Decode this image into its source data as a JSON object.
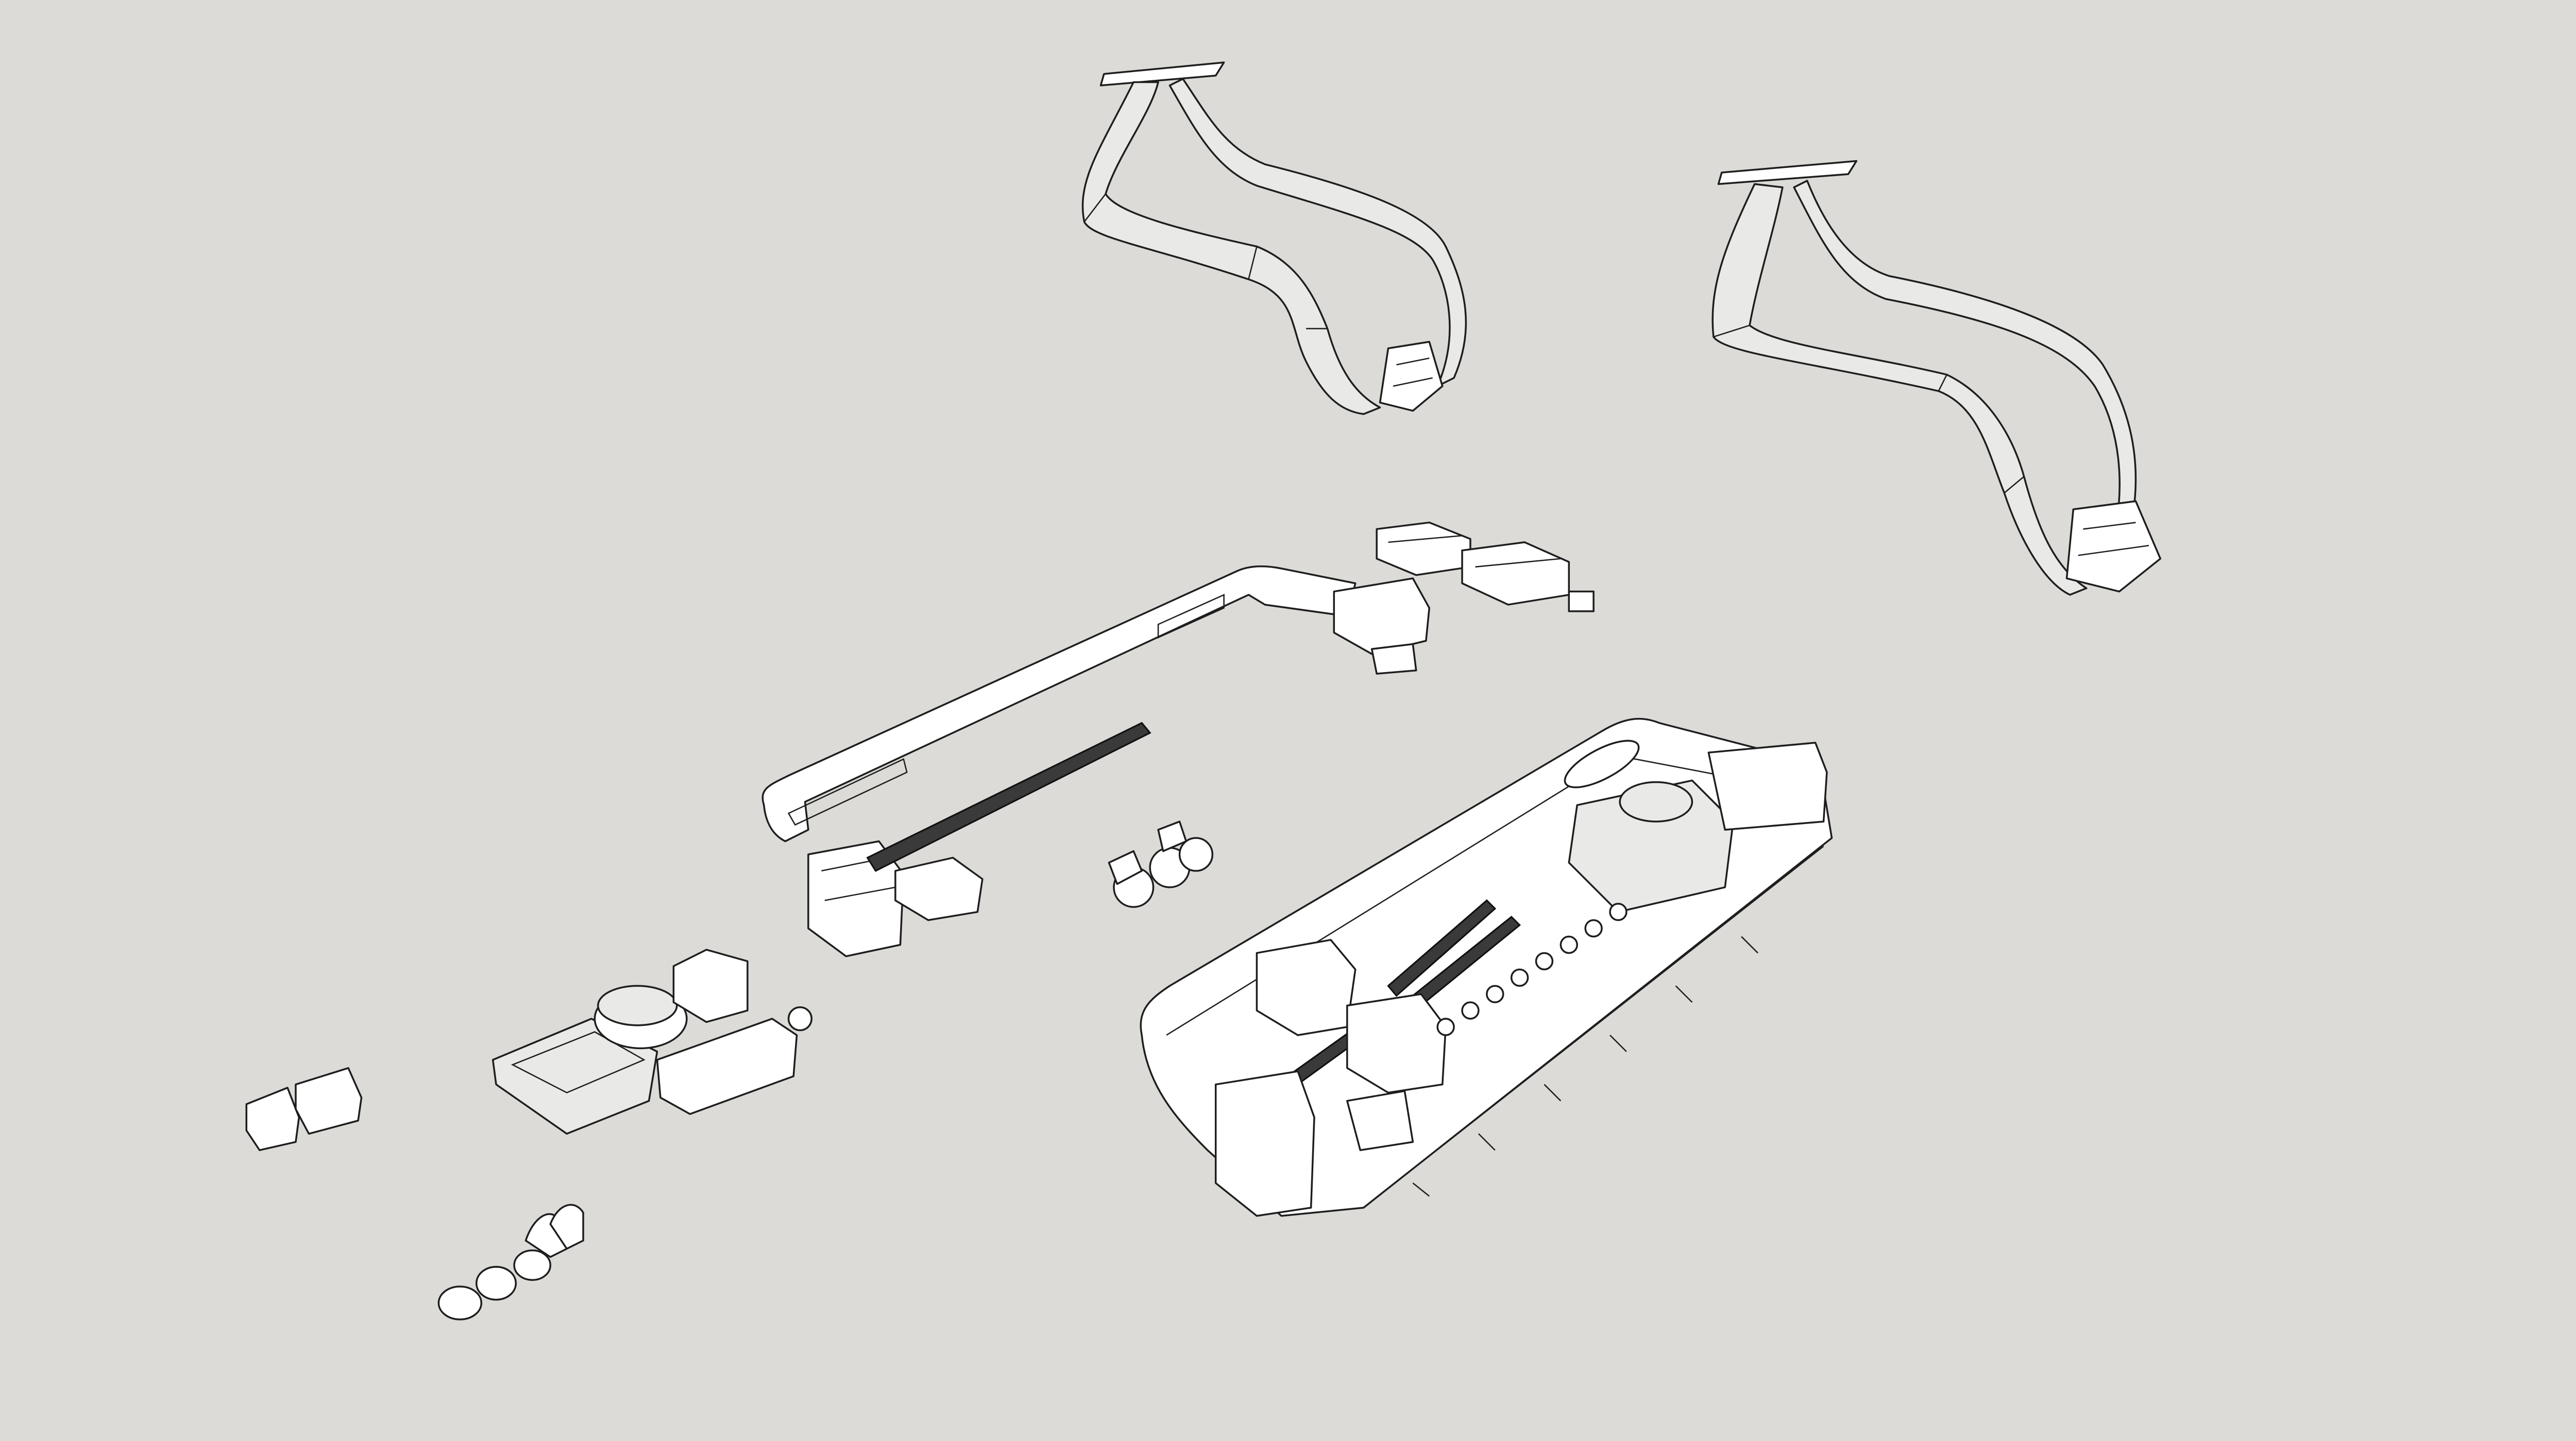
{
  "canvas": {
    "background_color": "#dcdbd7",
    "line_color": "#1e1e1e",
    "face_color": "#ffffff",
    "shade_color": "#e9e9e7"
  },
  "parts": [
    {
      "id": "cable-chain-left"
    },
    {
      "id": "cable-chain-right"
    },
    {
      "id": "carriage-blocks"
    },
    {
      "id": "gantry-arm"
    },
    {
      "id": "lead-screw"
    },
    {
      "id": "base-frame"
    },
    {
      "id": "fittings-cluster"
    },
    {
      "id": "grid-plate-assembly"
    },
    {
      "id": "bracket-pair"
    },
    {
      "id": "knob-set"
    }
  ]
}
